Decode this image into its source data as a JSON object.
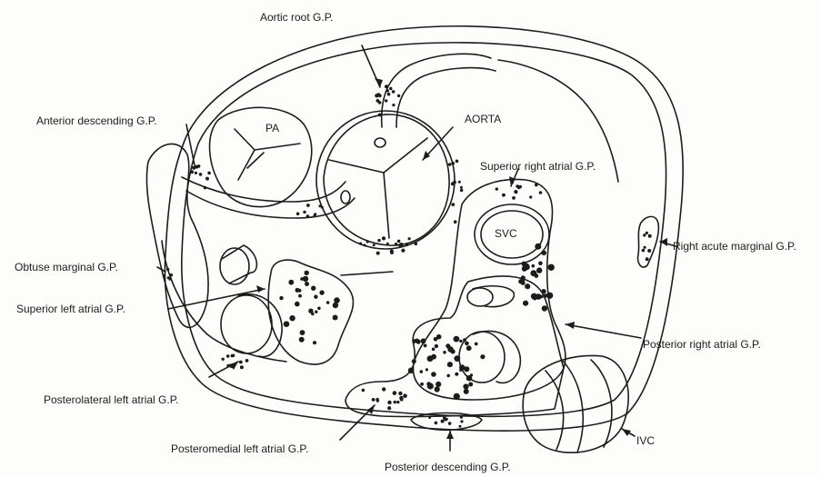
{
  "labels": {
    "aortic_root": "Aortic root G.P.",
    "anterior_descending": "Anterior descending G.P.",
    "pa": "PA",
    "aorta": "AORTA",
    "superior_right_atrial": "Superior right atrial G.P.",
    "svc": "SVC",
    "right_acute_marginal": "Right acute marginal G.P.",
    "obtuse_marginal": "Obtuse marginal G.P.",
    "superior_left_atrial": "Superior left atrial G.P.",
    "posterior_right_atrial": "Posterior right atrial G.P.",
    "posterolateral_left_atrial": "Posterolateral left atrial G.P.",
    "ivc": "IVC",
    "posteromedial_left_atrial": "Posteromedial left atrial G.P.",
    "posterior_descending": "Posterior descending G.P."
  },
  "colors": {
    "ink": "#1c1c1c",
    "paper": "#fdfdfc"
  }
}
